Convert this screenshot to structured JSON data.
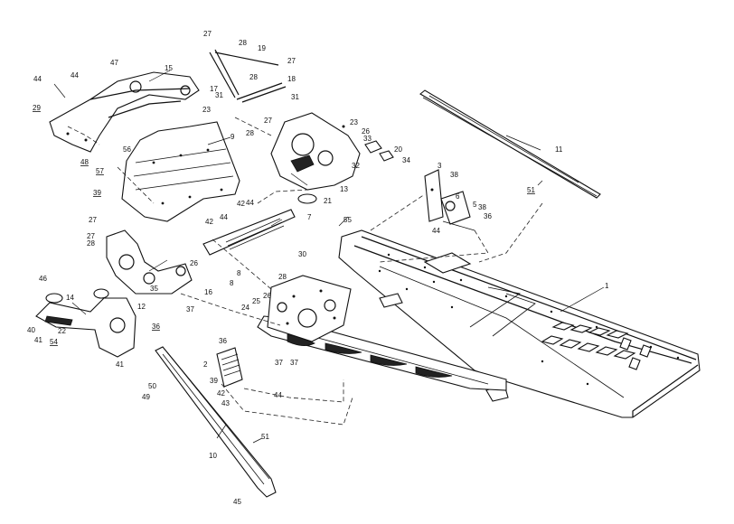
{
  "diagram": {
    "callouts": [
      {
        "text": "1"
      },
      {
        "text": "2"
      },
      {
        "text": "3"
      },
      {
        "text": "5"
      },
      {
        "text": "6"
      },
      {
        "text": "7"
      },
      {
        "text": "8"
      },
      {
        "text": "9"
      },
      {
        "text": "10"
      },
      {
        "text": "11"
      },
      {
        "text": "12"
      },
      {
        "text": "13"
      },
      {
        "text": "14"
      },
      {
        "text": "15"
      },
      {
        "text": "16"
      },
      {
        "text": "17"
      },
      {
        "text": "18"
      },
      {
        "text": "19"
      },
      {
        "text": "20"
      },
      {
        "text": "21"
      },
      {
        "text": "22"
      },
      {
        "text": "23"
      },
      {
        "text": "23"
      },
      {
        "text": "24"
      },
      {
        "text": "25"
      },
      {
        "text": "26"
      },
      {
        "text": "26"
      },
      {
        "text": "26"
      },
      {
        "text": "27"
      },
      {
        "text": "27"
      },
      {
        "text": "27"
      },
      {
        "text": "27"
      },
      {
        "text": "28"
      },
      {
        "text": "28"
      },
      {
        "text": "28"
      },
      {
        "text": "28"
      },
      {
        "text": "28"
      },
      {
        "text": "29"
      },
      {
        "text": "30"
      },
      {
        "text": "31"
      },
      {
        "text": "31"
      },
      {
        "text": "32"
      },
      {
        "text": "33"
      },
      {
        "text": "34"
      },
      {
        "text": "35"
      },
      {
        "text": "36"
      },
      {
        "text": "36"
      },
      {
        "text": "36"
      },
      {
        "text": "37"
      },
      {
        "text": "37"
      },
      {
        "text": "37"
      },
      {
        "text": "38"
      },
      {
        "text": "38"
      },
      {
        "text": "39"
      },
      {
        "text": "39"
      },
      {
        "text": "40"
      },
      {
        "text": "41"
      },
      {
        "text": "41"
      },
      {
        "text": "42"
      },
      {
        "text": "42"
      },
      {
        "text": "42"
      },
      {
        "text": "43"
      },
      {
        "text": "44"
      },
      {
        "text": "44"
      },
      {
        "text": "44"
      },
      {
        "text": "44"
      },
      {
        "text": "44"
      },
      {
        "text": "44"
      },
      {
        "text": "45"
      },
      {
        "text": "46"
      },
      {
        "text": "47"
      },
      {
        "text": "48"
      },
      {
        "text": "49"
      },
      {
        "text": "50"
      },
      {
        "text": "51"
      },
      {
        "text": "51"
      },
      {
        "text": "54"
      },
      {
        "text": "55"
      },
      {
        "text": "56"
      },
      {
        "text": "57"
      },
      {
        "text": "8"
      },
      {
        "text": "27"
      }
    ]
  }
}
